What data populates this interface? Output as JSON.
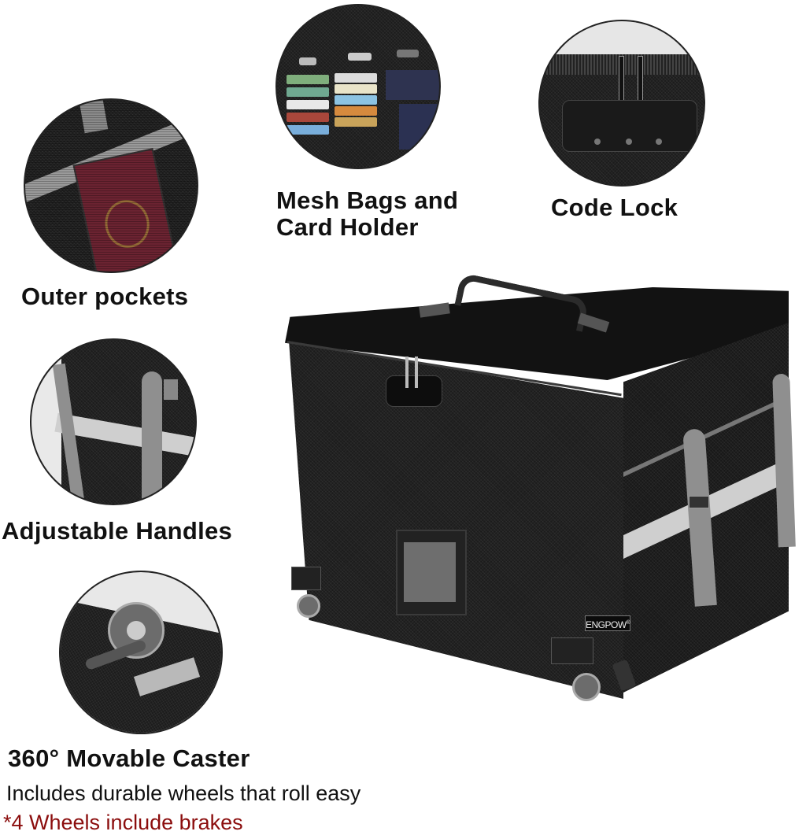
{
  "features": [
    {
      "id": "outer-pockets",
      "label": "Outer pockets",
      "image": "passport-in-mesh-pocket"
    },
    {
      "id": "mesh-bags",
      "label_line1": "Mesh Bags and",
      "label_line2": "Card Holder",
      "image": "card-slots-and-usb-holders"
    },
    {
      "id": "code-lock",
      "label": "Code Lock",
      "image": "combination-zipper-lock"
    },
    {
      "id": "adjustable-handles",
      "label": "Adjustable Handles",
      "image": "side-straps-with-buckles"
    },
    {
      "id": "caster",
      "label": "360° Movable Caster",
      "image": "swivel-wheel-with-brake"
    }
  ],
  "caster_description": "Includes durable wheels that roll easy",
  "caster_note": "*4 Wheels include brakes",
  "product": {
    "brand": "ENGPOW",
    "brand_mark": "®",
    "body_color": "#1c1c1c",
    "strap_color": "#8f8f8f",
    "reflective_color": "#cfcfcf"
  },
  "colors": {
    "note_red": "#8b0d0d",
    "heading": "#111111"
  }
}
